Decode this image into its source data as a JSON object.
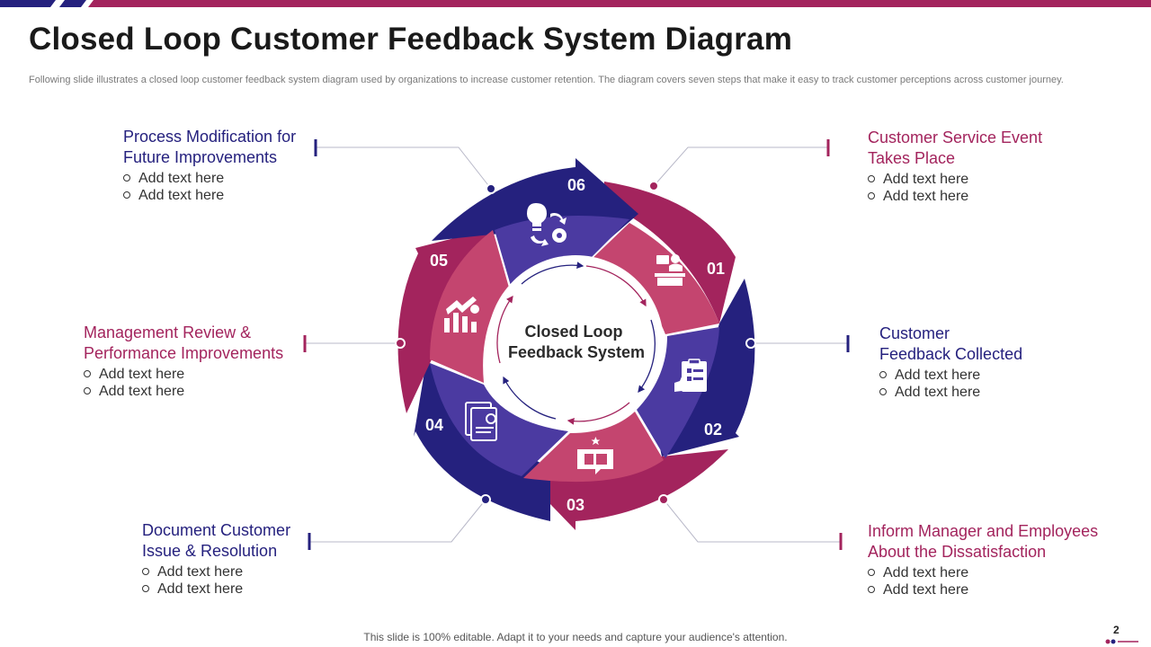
{
  "slide": {
    "title": "Closed Loop Customer Feedback System Diagram",
    "subtitle": "Following slide illustrates a closed loop customer feedback system diagram used by organizations to increase customer retention. The diagram covers seven steps that make it easy to track customer perceptions across customer journey.",
    "footer": "This slide is 100% editable. Adapt it to your needs and capture your audience's attention.",
    "page_number": "2"
  },
  "colors": {
    "blue": "#25217e",
    "crimson": "#a3245d",
    "rose": "#c4456f",
    "violet": "#4b3aa1"
  },
  "center": {
    "line1": "Closed Loop",
    "line2": "Feedback System"
  },
  "steps": [
    {
      "num": "01",
      "icon": "customer-service-desk-icon",
      "title_line1": "Customer Service Event",
      "title_line2": "Takes Place",
      "bullets": [
        "Add text here",
        "Add text here"
      ]
    },
    {
      "num": "02",
      "icon": "feedback-clipboard-icon",
      "title_line1": "Customer",
      "title_line2": "Feedback Collected",
      "bullets": [
        "Add text here",
        "Add text here"
      ]
    },
    {
      "num": "03",
      "icon": "thumbs-down-message-icon",
      "title_line1": "Inform Manager and Employees",
      "title_line2": "About the Dissatisfaction",
      "bullets": [
        "Add text here",
        "Add text here"
      ]
    },
    {
      "num": "04",
      "icon": "document-profile-icon",
      "title_line1": "Document Customer",
      "title_line2": "Issue & Resolution",
      "bullets": [
        "Add text here",
        "Add text here"
      ]
    },
    {
      "num": "05",
      "icon": "growth-chart-icon",
      "title_line1": "Management Review &",
      "title_line2": "Performance Improvements",
      "bullets": [
        "Add text here",
        "Add text here"
      ]
    },
    {
      "num": "06",
      "icon": "idea-process-gear-icon",
      "title_line1": "Process Modification for",
      "title_line2": "Future Improvements",
      "bullets": [
        "Add text here",
        "Add text here"
      ]
    }
  ]
}
